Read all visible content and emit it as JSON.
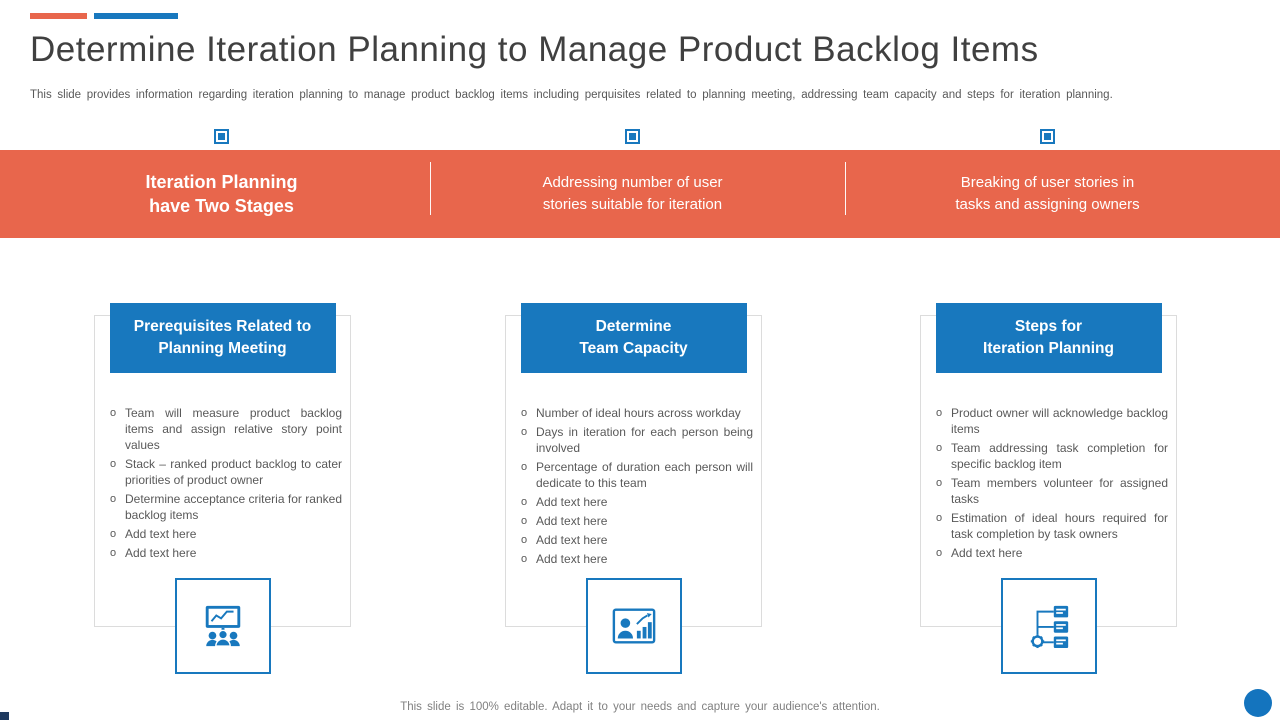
{
  "colors": {
    "orange": "#E8664C",
    "blue": "#1878BE",
    "title_gray": "#404040",
    "body_gray": "#595959"
  },
  "header": {
    "title": "Determine Iteration Planning to Manage Product Backlog Items",
    "subtitle": "This slide provides information regarding iteration planning to manage product backlog items including perquisites related to planning meeting, addressing team capacity and steps for iteration planning."
  },
  "banner": {
    "items": [
      {
        "text": "Iteration Planning\nhave Two Stages"
      },
      {
        "text": "Addressing number of user\nstories suitable for iteration"
      },
      {
        "text": "Breaking of user stories in\ntasks and assigning owners"
      }
    ]
  },
  "cards": [
    {
      "title": "Prerequisites Related to\nPlanning Meeting",
      "icon": "presentation-meeting-icon",
      "bullets": [
        "Team will measure product backlog items and assign relative story point values",
        "Stack – ranked product backlog to cater priorities of product owner",
        "Determine acceptance criteria for ranked backlog items",
        "Add text here",
        "Add text here"
      ]
    },
    {
      "title": "Determine\nTeam Capacity",
      "icon": "person-analytics-icon",
      "bullets": [
        "Number of ideal hours across workday",
        "Days in iteration for each person being involved",
        "Percentage of duration each person will dedicate to this team",
        "Add text here",
        "Add text here",
        "Add text here",
        "Add text here"
      ]
    },
    {
      "title": "Steps for\nIteration Planning",
      "icon": "workflow-gear-icon",
      "bullets": [
        "Product owner will acknowledge backlog items",
        "Team addressing task completion for specific backlog item",
        "Team members volunteer for assigned tasks",
        "Estimation of ideal hours required for task completion by task owners",
        "Add text here"
      ]
    }
  ],
  "footer": {
    "note": "This slide is 100% editable. Adapt it to your needs and capture your audience's attention."
  }
}
